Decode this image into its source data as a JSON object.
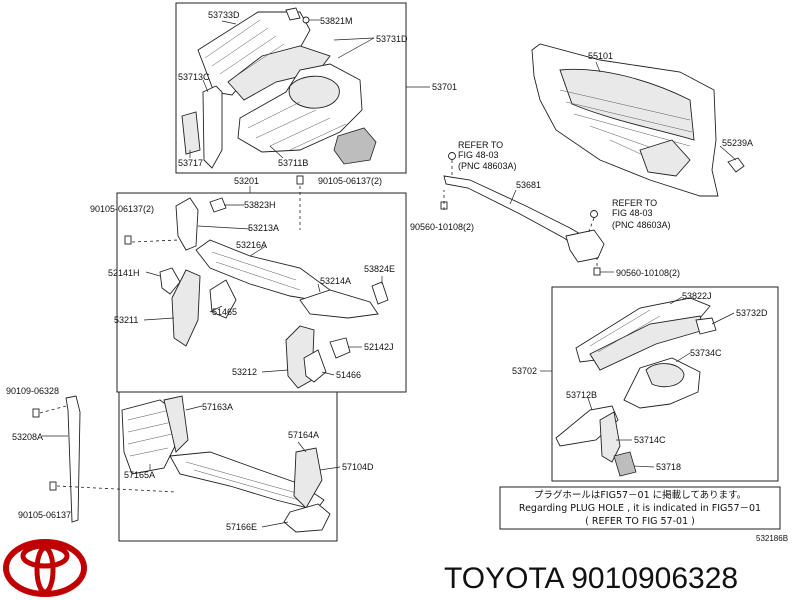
{
  "labels": {
    "p53733D": "53733D",
    "p53821M": "53821M",
    "p53731D": "53731D",
    "p53713C": "53713C",
    "p53701": "53701",
    "p53717": "53717",
    "p53711B": "53711B",
    "p55101": "55101",
    "p55239A": "55239A",
    "p53201": "53201",
    "p90105_top": "90105-06137(2)",
    "p90105_left": "90105-06137(2)",
    "p53823H": "53823H",
    "p53213A": "53213A",
    "p53216A": "53216A",
    "p52141H": "52141H",
    "p53824E": "53824E",
    "p53214A": "53214A",
    "p53211": "53211",
    "p51465": "51465",
    "p52142J": "52142J",
    "p53212": "53212",
    "p51466": "51466",
    "p53681": "53681",
    "p90560_left": "90560-10108(2)",
    "p90560_right": "90560-10108(2)",
    "p53822J": "53822J",
    "p53732D": "53732D",
    "p53734C": "53734C",
    "p53702": "53702",
    "p53712B": "53712B",
    "p53714C": "53714C",
    "p53718": "53718",
    "p90109": "90109-06328",
    "p53208A": "53208A",
    "p57163A": "57163A",
    "p57164A": "57164A",
    "p57165A": "57165A",
    "p57104D": "57104D",
    "p57166E": "57166E",
    "p90105_bottom": "90105-06137"
  },
  "refers": {
    "r1_line1": "REFER TO",
    "r1_line2": "FIG 48-03",
    "r1_line3": "(PNC  48603A)",
    "r2_line1": "REFER TO",
    "r2_line2": "FIG 48-03",
    "r2_line3": "(PNC  48603A)"
  },
  "note": {
    "line1": "プラグホールはFIG57－01 に掲載してあります。",
    "line2": "Regarding  PLUG  HOLE  , it  is  indicated  in  FIG57－01",
    "line3": "(       REFER TO FIG 57-01          )"
  },
  "figure_code": "532186B",
  "title": "TOYOTA 9010906328",
  "brand_logo": "toyota-logo"
}
